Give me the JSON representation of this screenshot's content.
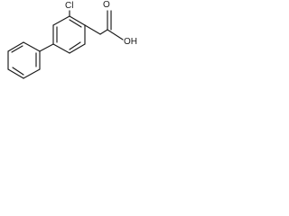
{
  "molecule": {
    "atoms": {
      "chlorine": "Cl",
      "carbonyl_oxygen": "O",
      "hydroxyl": "OH"
    },
    "colors": {
      "bond": "#1a1a1a",
      "text": "#1a1a1a",
      "background": "#ffffff"
    }
  }
}
